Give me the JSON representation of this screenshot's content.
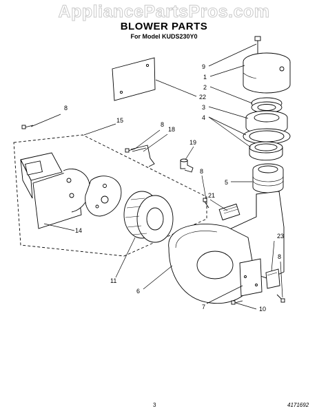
{
  "watermark": "AppliancePartsPros.com",
  "title": "BLOWER PARTS",
  "subtitle": "For Model KUDS230Y0",
  "page_number": "3",
  "document_number": "4171692",
  "callouts": [
    "9",
    "1",
    "2",
    "22",
    "3",
    "4",
    "8",
    "15",
    "8",
    "18",
    "19",
    "8",
    "21",
    "5",
    "14",
    "11",
    "6",
    "7",
    "23",
    "8",
    "10"
  ]
}
